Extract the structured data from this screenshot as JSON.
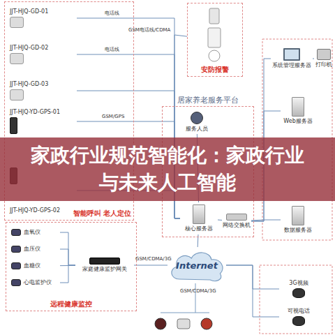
{
  "diagram": {
    "title": "家政行业规范智能化：家政行业与未来人工智能",
    "nodes": [
      {
        "text": [
          "智能呼叫 老人定位"
        ]
      },
      {
        "text": [
          "JJT-HJQ-GD-01"
        ],
        "in": 0
      },
      {
        "text": [
          "JJT-HJQ-GD-02"
        ],
        "in": 0
      },
      {
        "text": [
          "JJT-HJQ-GD-03"
        ],
        "in": 0
      },
      {
        "text": [
          "JJT-HJQ-YD-GPS-01"
        ],
        "in": 0
      },
      {
        "text": [
          "JJT-HJQ-YD-GPS-02"
        ],
        "in": 0
      },
      {
        "text": [
          "安防报警"
        ]
      },
      {
        "text": [
          "居家养老服务平台"
        ]
      },
      {
        "text": [
          "核心服务器"
        ],
        "in": 7
      },
      {
        "text": [
          "网络交换机"
        ],
        "in": 7
      },
      {
        "text": [
          "服务人员"
        ],
        "in": 7
      },
      {
        "text": [
          "系统管理服务器"
        ]
      },
      {
        "text": [
          "打印机"
        ]
      },
      {
        "text": [
          "Web服务器"
        ]
      },
      {
        "text": [
          "数据服务器"
        ]
      },
      {
        "text": [
          "Internet"
        ]
      },
      {
        "text": [
          "远程健康监控"
        ]
      },
      {
        "text": [
          "血氧仪"
        ],
        "in": 16
      },
      {
        "text": [
          "血压仪"
        ],
        "in": 16
      },
      {
        "text": [
          "血糖仪"
        ],
        "in": 16
      },
      {
        "text": [
          "心电监护仪"
        ],
        "in": 16
      },
      {
        "text": [
          "家庭健康监护网关"
        ],
        "in": 16
      },
      {
        "text": [
          "3G视频"
        ]
      },
      {
        "text": [
          "可视电话"
        ]
      }
    ],
    "edges": [
      {
        "from": 1,
        "to": 8,
        "label": "电话线",
        "arrow": "none"
      },
      {
        "from": 2,
        "to": 8,
        "label": "电话线",
        "arrow": "none"
      },
      {
        "from": 3,
        "to": 8,
        "arrow": "none"
      },
      {
        "from": 4,
        "to": 8,
        "label": "GSM/GPS",
        "arrow": "none"
      },
      {
        "from": 5,
        "to": 8,
        "arrow": "none"
      },
      {
        "from": 6,
        "to": 8,
        "label": "GSM电话线/CDMA",
        "arrow": "none"
      },
      {
        "from": 10,
        "to": 8,
        "arrow": "none"
      },
      {
        "from": 8,
        "to": 9,
        "arrow": "none"
      },
      {
        "from": 9,
        "to": 11,
        "arrow": "none"
      },
      {
        "from": 9,
        "to": 13,
        "arrow": "none"
      },
      {
        "from": 9,
        "to": 14,
        "arrow": "none"
      },
      {
        "from": 11,
        "to": 12,
        "arrow": "none"
      },
      {
        "from": 8,
        "to": 15,
        "arrow": "none"
      },
      {
        "from": 21,
        "to": 15,
        "label": "GSM/CDMA/3G",
        "arrow": "none"
      },
      {
        "from": 17,
        "to": 21,
        "arrow": "none"
      },
      {
        "from": 18,
        "to": 21,
        "arrow": "none"
      },
      {
        "from": 19,
        "to": 21,
        "arrow": "none"
      },
      {
        "from": 20,
        "to": 21,
        "arrow": "none"
      },
      {
        "from": 15,
        "to": 22,
        "arrow": "none"
      },
      {
        "from": 15,
        "to": 23,
        "arrow": "none"
      }
    ],
    "labels": [
      "GSM/CDMA/3G"
    ]
  }
}
